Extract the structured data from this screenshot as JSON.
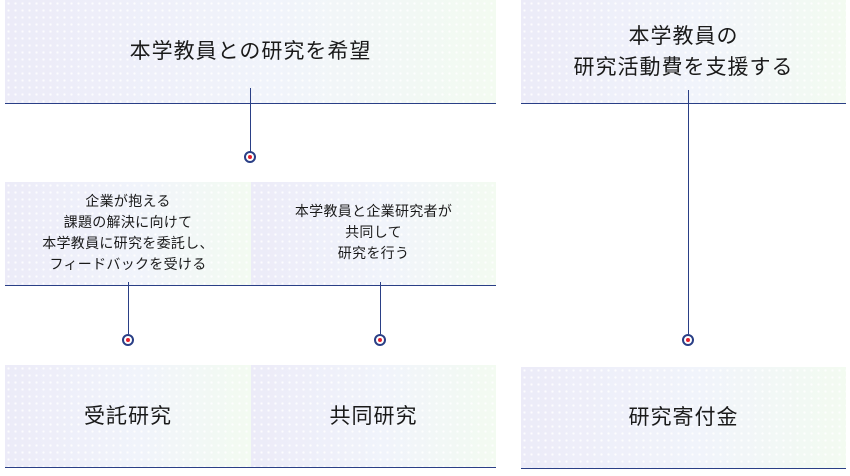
{
  "left_header": {
    "title": "本学教員との研究を希望"
  },
  "right_header": {
    "line1": "本学教員の",
    "line2": "研究活動費を支援する"
  },
  "descriptions": {
    "consigned": [
      "企業が抱える",
      "課題の解決に向けて",
      "本学教員に研究を委託し、",
      "フィードバックを受ける"
    ],
    "joint": [
      "本学教員と企業研究者が",
      "共同して",
      "研究を行う"
    ]
  },
  "results": {
    "consigned": "受託研究",
    "joint": "共同研究",
    "donation": "研究寄付金"
  },
  "colors": {
    "line": "#2a3f86",
    "dot_center": "#e5222e"
  }
}
